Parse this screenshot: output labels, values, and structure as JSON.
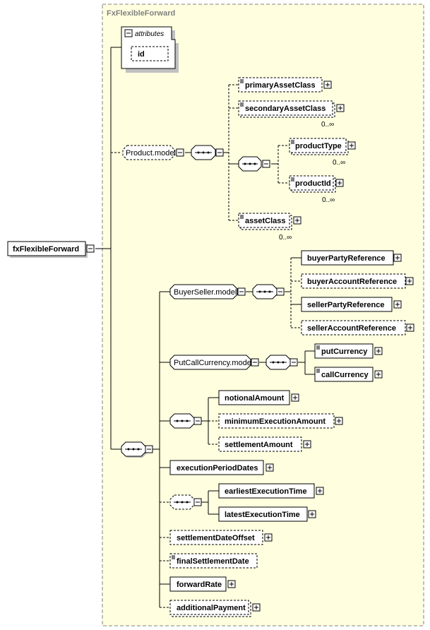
{
  "diagram": {
    "complex_type_title": "FxFlexibleForward",
    "root": {
      "label": "fxFlexibleForward"
    },
    "attributes": {
      "title": "attributes",
      "items": [
        "id"
      ]
    },
    "product_model": {
      "label": "Product.model",
      "children": {
        "primaryAssetClass": "primaryAssetClass",
        "secondaryAssetClass": "secondaryAssetClass",
        "secondaryAssetClass_occ": "0..∞",
        "productType": "productType",
        "productType_occ": "0..∞",
        "productId": "productId",
        "productId_occ": "0..∞",
        "assetClass": "assetClass",
        "assetClass_occ": "0..∞"
      }
    },
    "buyer_seller_model": {
      "label": "BuyerSeller.model",
      "children": [
        "buyerPartyReference",
        "buyerAccountReference",
        "sellerPartyReference",
        "sellerAccountReference"
      ]
    },
    "put_call_currency_model": {
      "label": "PutCallCurrency.model",
      "children": [
        "putCurrency",
        "callCurrency"
      ]
    },
    "notional_choice": [
      "notionalAmount",
      "minimumExecutionAmount",
      "settlementAmount"
    ],
    "execution_period_dates": "executionPeriodDates",
    "execution_time_choice": [
      "earliestExecutionTime",
      "latestExecutionTime"
    ],
    "tail_elements": {
      "settlementDateOffset": "settlementDateOffset",
      "finalSettlementDate": "finalSettlementDate",
      "forwardRate": "forwardRate",
      "additionalPayment": "additionalPayment"
    },
    "colors": {
      "type_bg": "#ffffe0",
      "type_border": "#808080",
      "box_border": "#000000",
      "shadow": "#c0c0c0"
    }
  }
}
